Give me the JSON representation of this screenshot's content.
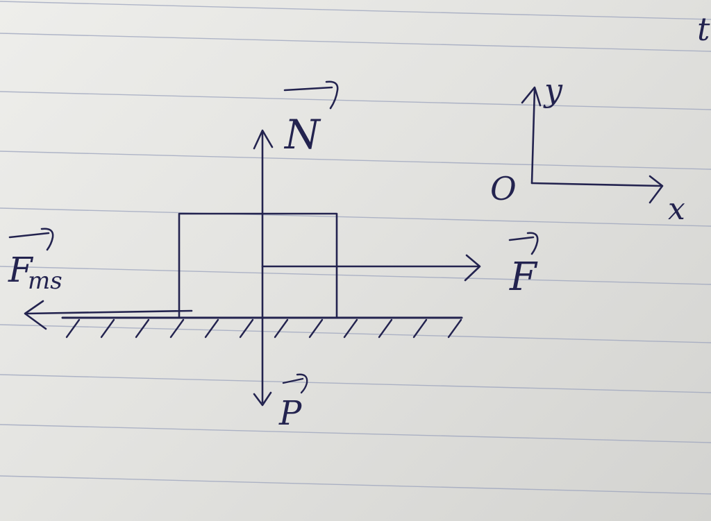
{
  "labels": {
    "normal_force": "N",
    "applied_force": "F",
    "friction_force": "F",
    "friction_subscript": "ms",
    "weight": "P",
    "origin": "O",
    "axis_x": "x",
    "axis_y": "y",
    "corner_mark": "t"
  },
  "colors": {
    "ink": "#23234f",
    "rule": "#9aa2bc",
    "paper": "#e6e6e3"
  }
}
